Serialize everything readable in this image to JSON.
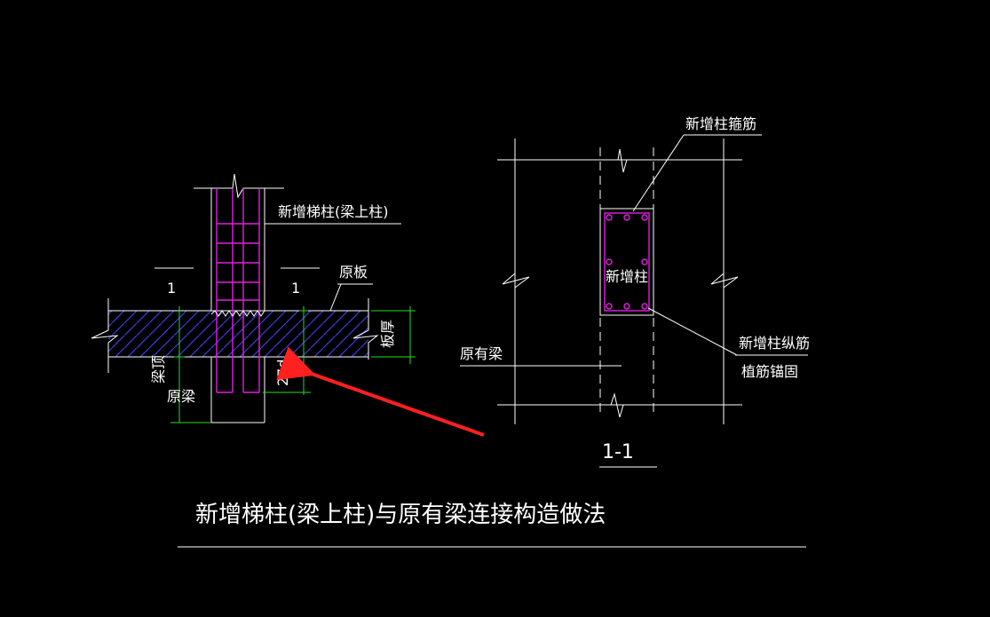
{
  "title": "新增梯柱(梁上柱)与原有梁连接构造做法",
  "left_detail": {
    "column_label": "新增梯柱(梁上柱)",
    "slab_label": "原板",
    "section_mark_left": "1",
    "section_mark_right": "1",
    "slab_thickness_label": "板厚",
    "beam_top_label": "梁顶",
    "beam_label": "原梁",
    "anchor_length_label": "27d"
  },
  "section_1_1": {
    "stirrup_label": "新增柱箍筋",
    "column_label": "新增柱",
    "long_bar_label_1": "新增柱纵筋",
    "long_bar_label_2": "植筋锚固",
    "beam_label": "原有梁",
    "section_name": "1-1"
  },
  "colors": {
    "background": "#000000",
    "line": "#ffffff",
    "rebar": "#e020e0",
    "dimension": "#20e020",
    "arrow": "#ff2020"
  }
}
